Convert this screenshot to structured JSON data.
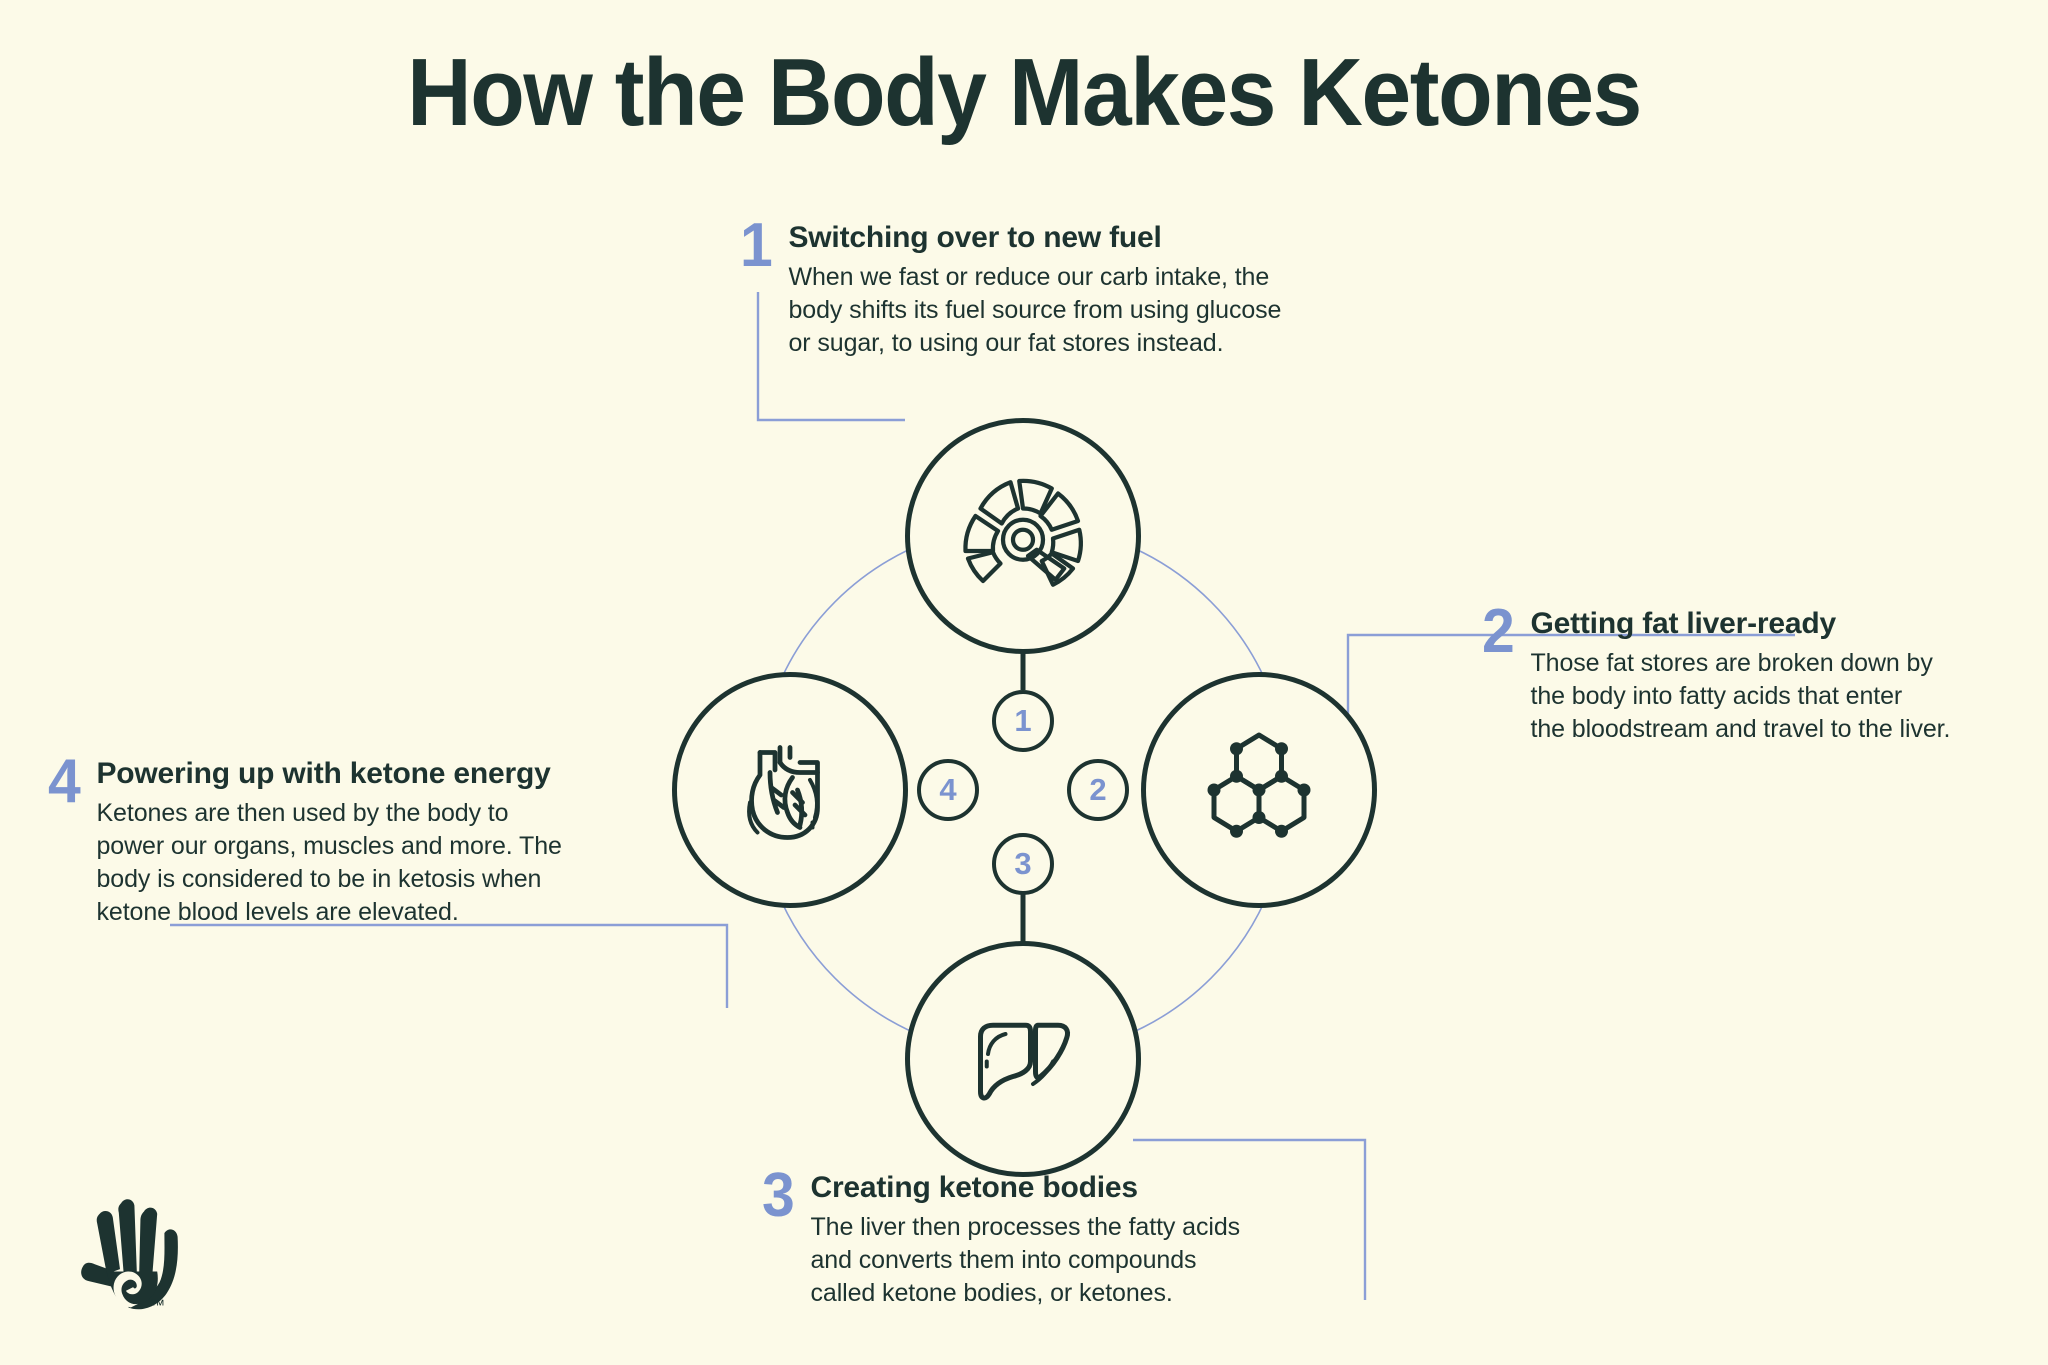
{
  "title": "How the Body Makes Ketones",
  "colors": {
    "background": "#fcfae8",
    "dark": "#1d3330",
    "accent_blue": "#7b93cf",
    "connector_line": "#8b9ed6"
  },
  "steps": [
    {
      "number": "1",
      "title": "Switching over to new fuel",
      "body_lines": [
        "When we fast or reduce our carb intake, the",
        "body shifts its fuel source from using glucose",
        "or sugar, to using our fat stores instead."
      ],
      "icon": "gauge-icon",
      "icon_label": "speedometer"
    },
    {
      "number": "2",
      "title": "Getting fat liver-ready",
      "body_lines": [
        "Those fat stores are broken down by",
        "the body into fatty acids that enter",
        "the bloodstream and travel to the liver."
      ],
      "icon": "molecule-icon",
      "icon_label": "molecule"
    },
    {
      "number": "3",
      "title": "Creating ketone bodies",
      "body_lines": [
        "The liver then processes the fatty acids",
        "and converts them into compounds",
        "called ketone bodies, or ketones."
      ],
      "icon": "liver-icon",
      "icon_label": "liver"
    },
    {
      "number": "4",
      "title": "Powering up with ketone energy",
      "body_lines": [
        "Ketones are then used by the body to",
        "power our organs, muscles and more. The",
        "body is considered to be in ketosis when",
        "ketone blood levels are elevated."
      ],
      "icon": "heart-icon",
      "icon_label": "heart"
    }
  ],
  "center_markers": [
    {
      "label": "1"
    },
    {
      "label": "2"
    },
    {
      "label": "3"
    },
    {
      "label": "4"
    }
  ],
  "logo": {
    "name": "hand-logo",
    "trademark": "™"
  }
}
